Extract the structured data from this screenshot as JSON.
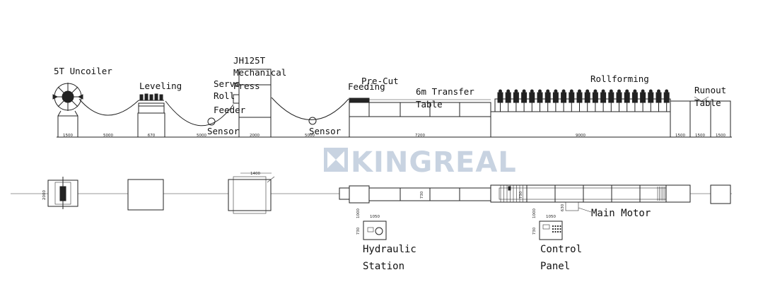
{
  "labels": {
    "uncoiler": "5T Uncoiler",
    "leveling": "Leveling",
    "servo_line1": "Servo",
    "servo_line2": "Roll",
    "servo_line3": "Feeder",
    "press_line1": "JH125T",
    "press_line2": "Mechanical",
    "press_line3": "Press",
    "sensor_1": "Sensor",
    "sensor_2": "Sensor",
    "feeding": "Feeding",
    "pre_cut": "Pre-Cut",
    "transfer_line1": "6m Transfer",
    "transfer_line2": "Table",
    "rollforming": "Rollforming",
    "runout_line1": "Runout",
    "runout_line2": "Table",
    "main_motor": "Main Motor",
    "hydraulic_line1": "Hydraulic",
    "hydraulic_line2": "Station",
    "control_line1": "Control",
    "control_line2": "Panel"
  },
  "logo": {
    "text": "KINGREAL",
    "color": "#c8d3e1"
  },
  "dimensions": {
    "side": [
      "1500",
      "5000",
      "670",
      "5000",
      "2000",
      "5000",
      "7200",
      "9000",
      "1500",
      "1500",
      "1500"
    ],
    "top_uncoiler": "2000",
    "top_press": "1400",
    "top_transfer": "730",
    "top_rollforming": "730",
    "top_motor": "630",
    "hydraulic_w": "1050",
    "hydraulic_h": "730",
    "hydraulic_offset": "1000",
    "control_w": "1050",
    "control_h": "730",
    "control_offset": "1000"
  }
}
